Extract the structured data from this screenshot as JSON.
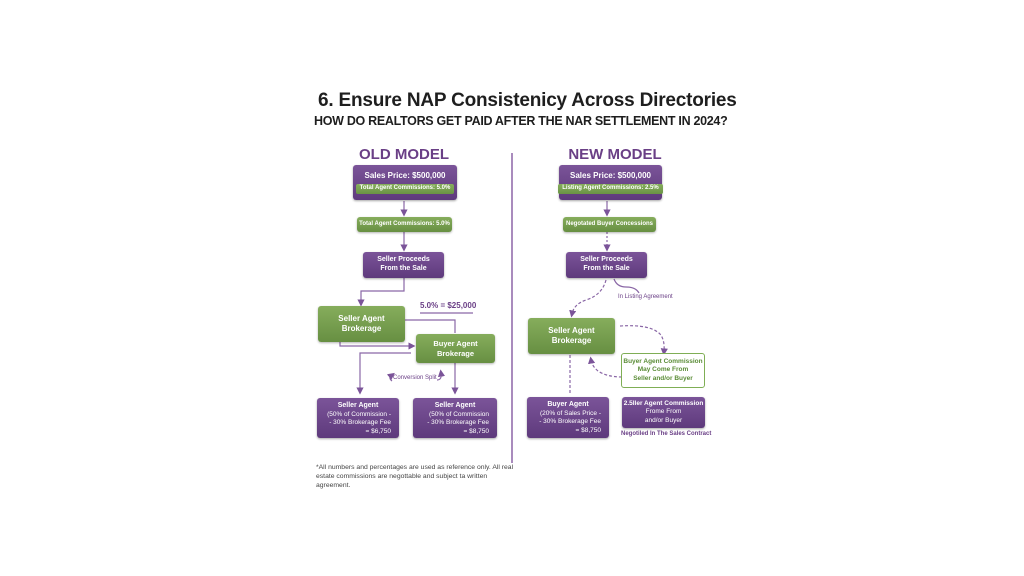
{
  "title": "6. Ensure NAP Consistenicy Across Directories",
  "subtitle": "HOW DO REALTORS GET PAID AFTER THE NAR SETTLEMENT IN 2024?",
  "colors": {
    "purple": "#6a3f86",
    "green": "#76a04e",
    "divider": "#a98bbd"
  },
  "old_model": {
    "heading": "OLD MODEL",
    "sales_price": "Sales Price: $500,000",
    "sales_pill": "Total Agent Commissions: 5.0%",
    "commissions": "Total Agent Commissions: 5.0%",
    "proceeds_line1": "Seller Proceeds",
    "proceeds_line2": "From the Sale",
    "split_amount": "5.0% = $25,000",
    "seller_brokerage_line1": "Seller Agent",
    "seller_brokerage_line2": "Brokerage",
    "buyer_brokerage_line1": "Buyer Agent",
    "buyer_brokerage_line2": "Brokerage",
    "conversion_split": "Conversion Split",
    "agent_left": {
      "title": "Seller Agent",
      "line1": "(50% of Commission -",
      "line2": "- 30% Brokerage Fee",
      "line3": "= $6,750"
    },
    "agent_right": {
      "title": "Seller Agent",
      "line1": "(50% of Commission",
      "line2": "- 30% Brokerage Fee",
      "line3": "= $8,750"
    }
  },
  "new_model": {
    "heading": "NEW MODEL",
    "sales_price": "Sales Price: $500,000",
    "sales_pill": "Listing Agent Commissions: 2.5%",
    "concessions": "Negotated Buyer Concessions",
    "proceeds_line1": "Seller Proceeds",
    "proceeds_line2": "From the Sale",
    "listing_note": "In Listing Agreement",
    "seller_brokerage_line1": "Seller Agent",
    "seller_brokerage_line2": "Brokerage",
    "buyer_commission_line1": "Buyer Agent Commission",
    "buyer_commission_line2": "May Come From",
    "buyer_commission_line3": "Seller and/or Buyer",
    "buyer_agent": {
      "title": "Buyer Agent",
      "line1": "(20% of Sales Price -",
      "line2": "- 30% Brokerage Fee",
      "line3": "= $8,750"
    },
    "buyer_commission_box": {
      "title": "2.5ller Agent Commission",
      "line1": "Frome From",
      "line2": "and/or Buyer"
    },
    "negotiated_note": "Negotiled In The Sales Contract"
  },
  "footnote": "*All numbers and percentages are used as reference only. All real estate commissions are negottable and subject ta written agreement."
}
